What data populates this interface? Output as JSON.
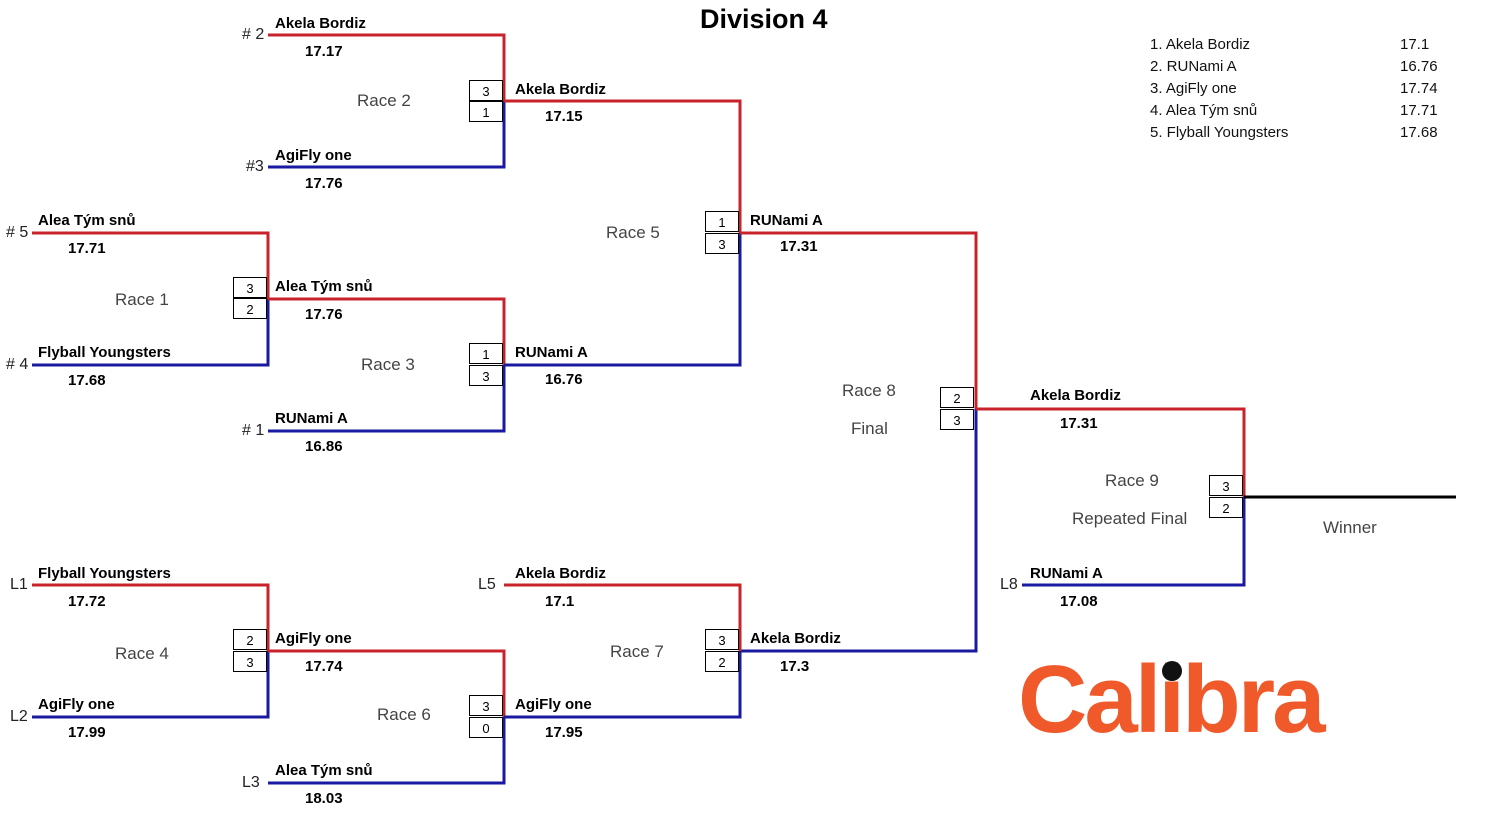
{
  "title": "Division 4",
  "colors": {
    "winner_line": "#c8232a",
    "loser_line": "#1a1aa0",
    "final_line": "#000000",
    "logo": "#f05a2b"
  },
  "rankings": [
    {
      "label": "1. Akela Bordiz",
      "time": "17.1"
    },
    {
      "label": "2. RUNami A",
      "time": "16.76"
    },
    {
      "label": "3. AgiFly one",
      "time": "17.74"
    },
    {
      "label": "4. Alea Tým snů",
      "time": "17.71"
    },
    {
      "label": "5. Flyball Youngsters",
      "time": "17.68"
    }
  ],
  "races": [
    {
      "label": "Race 1",
      "top": {
        "seed": "# 5",
        "team": "Alea Tým snů",
        "time": "17.71",
        "score": "3"
      },
      "bottom": {
        "seed": "# 4",
        "team": "Flyball Youngsters",
        "time": "17.68",
        "score": "2"
      },
      "winner": {
        "team": "Alea Tým snů",
        "time": "17.76"
      }
    },
    {
      "label": "Race 2",
      "top": {
        "seed": "# 2",
        "team": "Akela Bordiz",
        "time": "17.17",
        "score": "3"
      },
      "bottom": {
        "seed": "#3",
        "team": "AgiFly one",
        "time": "17.76",
        "score": "1"
      },
      "winner": {
        "team": "Akela Bordiz",
        "time": "17.15"
      }
    },
    {
      "label": "Race 3",
      "bottom": {
        "seed": "# 1",
        "team": "RUNami A",
        "time": "16.86",
        "score": "3"
      },
      "top_score": "1",
      "winner": {
        "team": "RUNami A",
        "time": "16.76"
      }
    },
    {
      "label": "Race 4",
      "top": {
        "seed": "L1",
        "team": "Flyball Youngsters",
        "time": "17.72",
        "score": "2"
      },
      "bottom": {
        "seed": "L2",
        "team": "AgiFly one",
        "time": "17.99",
        "score": "3"
      },
      "winner": {
        "team": "AgiFly one",
        "time": "17.74"
      }
    },
    {
      "label": "Race 5",
      "top_score": "1",
      "bottom_score": "3",
      "winner": {
        "team": "RUNami A",
        "time": "17.31"
      }
    },
    {
      "label": "Race 6",
      "bottom": {
        "seed": "L3",
        "team": "Alea Tým snů",
        "time": "18.03",
        "score": "0"
      },
      "top_score": "3",
      "winner": {
        "team": "AgiFly one",
        "time": "17.95"
      }
    },
    {
      "label": "Race 7",
      "top": {
        "seed": "L5",
        "team": "Akela Bordiz",
        "time": "17.1",
        "score": "3"
      },
      "bottom_score": "2",
      "winner": {
        "team": "Akela Bordiz",
        "time": "17.3"
      }
    },
    {
      "label": "Race 8",
      "sublabel": "Final",
      "top_score": "2",
      "bottom_score": "3",
      "winner": {
        "team": "Akela Bordiz",
        "time": "17.31"
      }
    },
    {
      "label": "Race 9",
      "sublabel": "Repeated Final",
      "bottom": {
        "seed": "L8",
        "team": "RUNami A",
        "time": "17.08",
        "score": "2"
      },
      "top_score": "3"
    }
  ],
  "winner_label": "Winner",
  "logo": "Calibra"
}
